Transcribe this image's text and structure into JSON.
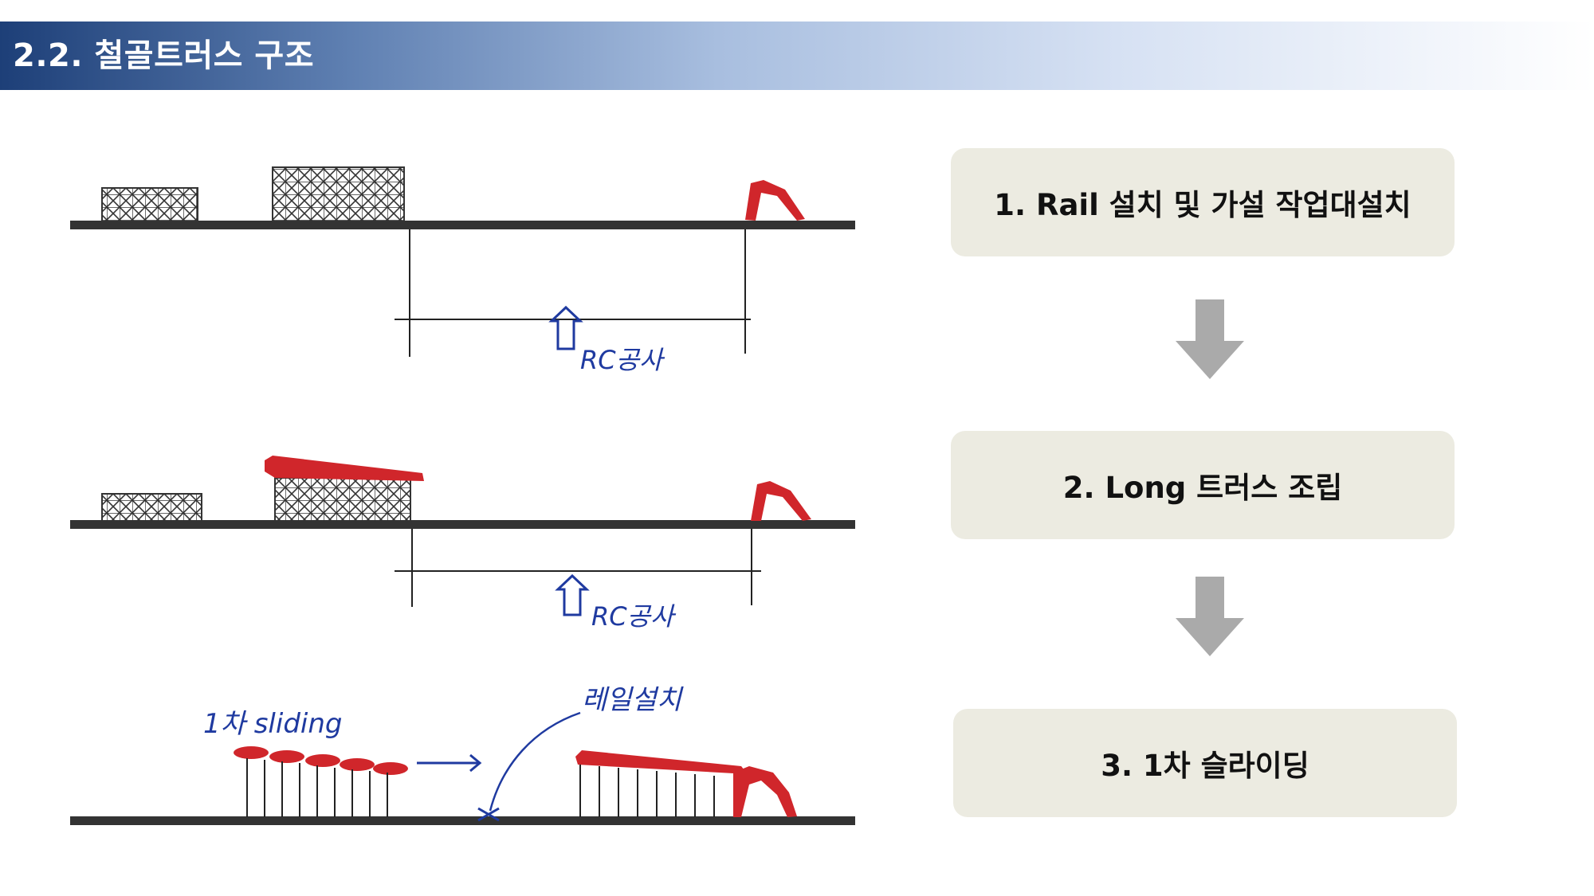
{
  "header": {
    "title": "2.2. 철골트러스 구조"
  },
  "sketch": {
    "annotations": {
      "rc_work_1": "RC공사",
      "rc_work_2": "RC공사",
      "first_sliding": "1차 sliding",
      "rail_install": "레일설치"
    }
  },
  "steps": [
    {
      "label": "1. Rail 설치 및 가설 작업대설치"
    },
    {
      "label": "2. Long 트러스 조립"
    },
    {
      "label": "3. 1차 슬라이딩"
    }
  ],
  "colors": {
    "title_bar_start": "#1d3f78",
    "title_bar_end": "#ffffff",
    "step_box": "#ecebe1",
    "flow_arrow": "#aaaaaa",
    "sketch_ink_blue": "#1f3aa0",
    "sketch_ink_red": "#d0262b",
    "ground_line": "#333333"
  },
  "icons": {
    "flow_arrow": "arrow-down-icon"
  }
}
